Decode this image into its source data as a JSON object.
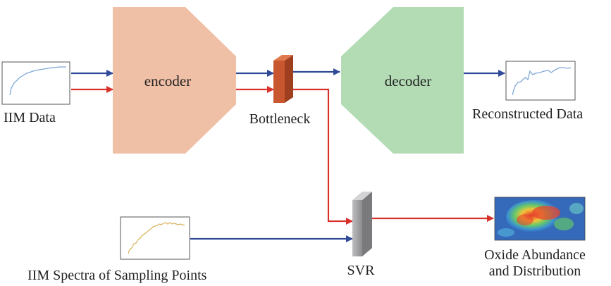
{
  "labels": {
    "encoder": "encoder",
    "decoder": "decoder",
    "bottleneck": "Bottleneck",
    "iim_data": "IIM Data",
    "reconstructed": "Reconstructed Data",
    "iim_spectra": "IIM Spectra of Sampling Points",
    "svr": "SVR",
    "oxide_line1": "Oxide Abundance",
    "oxide_line2": "and Distribution"
  },
  "colors": {
    "encoder": "#efbfa6",
    "decoder": "#b3dcb5",
    "bottleneck": "#c8562e",
    "svr": "#9d9d9f",
    "blue_arrow": "#2e4a99",
    "red_arrow": "#d8312b",
    "line_plot_blue": "#7fa8d6",
    "line_plot_gold": "#d8b25c"
  }
}
